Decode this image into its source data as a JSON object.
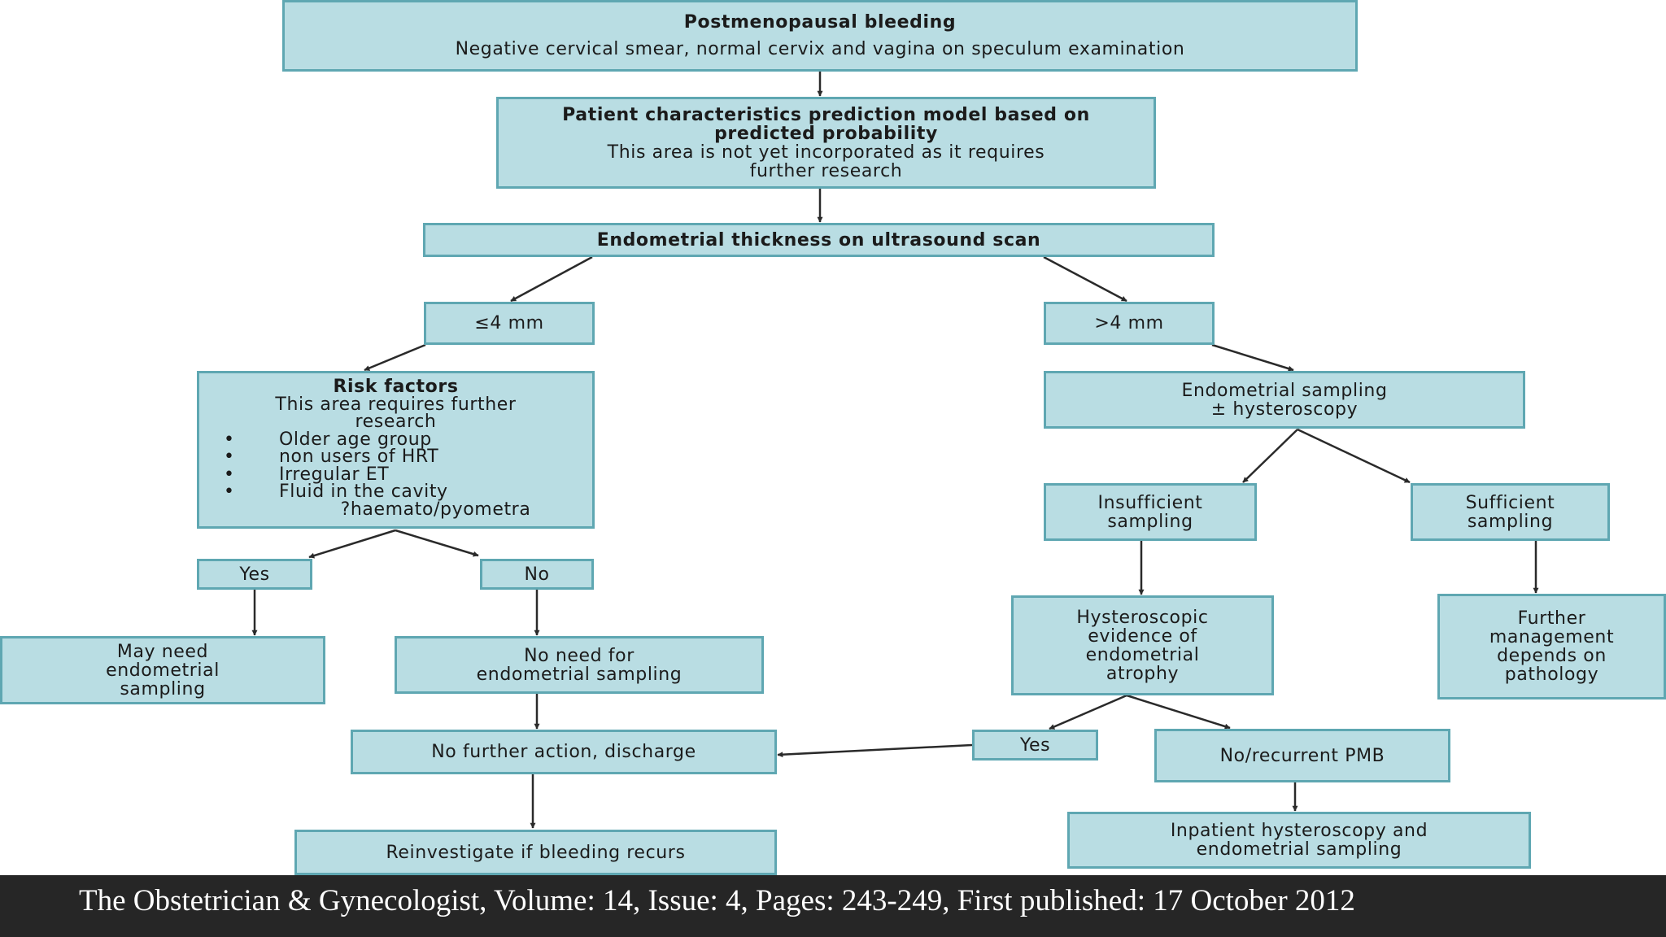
{
  "nodes": {
    "pmb": {
      "title": "Postmenopausal bleeding",
      "text": "Negative cervical smear, normal cervix and vagina on speculum examination"
    },
    "model": {
      "title_1": "Patient characteristics prediction model based on",
      "title_2": "predicted probability",
      "text_1": "This area is not yet incorporated as it requires",
      "text_2": "further research"
    },
    "thickness": {
      "title": "Endometrial thickness on ultrasound scan"
    },
    "le4": {
      "text": "≤4 mm"
    },
    "gt4": {
      "text": ">4 mm"
    },
    "risk": {
      "title": "Risk factors",
      "text_1": "This area requires further",
      "text_2": "research",
      "items": [
        "Older age group",
        "non users of HRT",
        "Irregular ET",
        "Fluid in the cavity"
      ],
      "extra": "?haemato/pyometra"
    },
    "sampling": {
      "line_1": "Endometrial sampling",
      "line_2": "± hysteroscopy"
    },
    "insufficient": {
      "line_1": "Insufficient",
      "line_2": "sampling"
    },
    "sufficient": {
      "line_1": "Sufficient",
      "line_2": "sampling"
    },
    "yes_left": {
      "text": "Yes"
    },
    "no_left": {
      "text": "No"
    },
    "may_need": {
      "line_1": "May need",
      "line_2": "endometrial",
      "line_3": "sampling"
    },
    "no_need": {
      "line_1": "No need for",
      "line_2": "endometrial sampling"
    },
    "atrophy": {
      "line_1": "Hysteroscopic",
      "line_2": "evidence of",
      "line_3": "endometrial",
      "line_4": "atrophy"
    },
    "further": {
      "line_1": "Further",
      "line_2": "management",
      "line_3": "depends on",
      "line_4": "pathology"
    },
    "discharge": {
      "text": "No further action, discharge"
    },
    "yes_right": {
      "text": "Yes"
    },
    "recurrent": {
      "text": "No/recurrent PMB"
    },
    "reinvestigate": {
      "text": "Reinvestigate if bleeding recurs"
    },
    "inpatient": {
      "line_1": "Inpatient hysteroscopy and",
      "line_2": "endometrial sampling"
    }
  },
  "footer": "The Obstetrician & Gynecologist, Volume: 14, Issue: 4, Pages: 243-249, First published: 17 October 2012",
  "colors": {
    "box_fill": "#b9dde3",
    "box_border": "#5fa7b2",
    "arrow": "#2a2a2a",
    "footer_bg": "#262626",
    "footer_text": "#ffffff"
  }
}
